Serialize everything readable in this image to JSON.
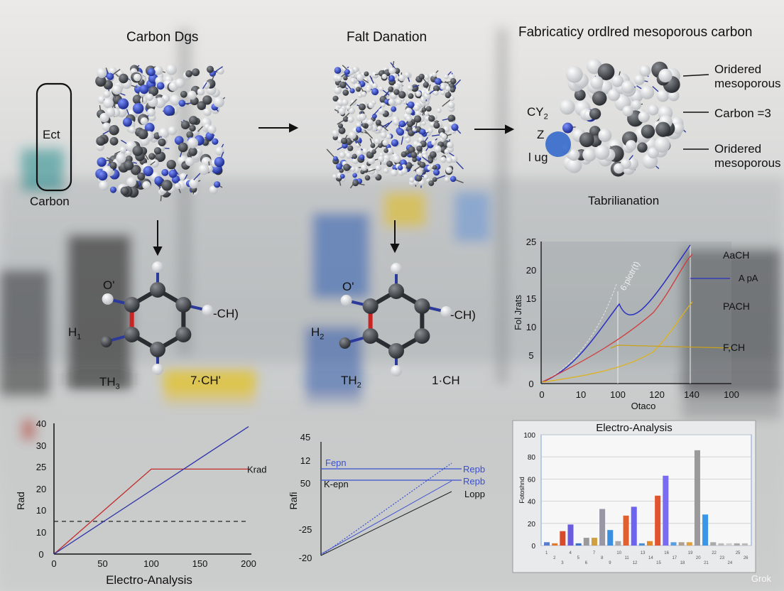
{
  "panel_titles": {
    "left": "Carbon Dgs",
    "middle": "Falt Danation",
    "right": "Fabricaticy ordlred mesoporous carbon"
  },
  "left_cylinder": {
    "top_label": "Ect",
    "bottom_label": "Carbon"
  },
  "left_molecule": {
    "o_label": "O'",
    "h_label": "H",
    "h_sub": "1",
    "right_label": "-CH)",
    "bottom_label": "TH",
    "bottom_sub": "3",
    "ch_label": "7·CH'"
  },
  "mid_molecule": {
    "o_label": "O'",
    "h_label": "H",
    "h_sub": "2",
    "right_label": "-CH)",
    "bottom_label": "TH",
    "bottom_sub": "2",
    "ch_label": "1·CH"
  },
  "right_structure": {
    "left_labels": [
      "CY",
      "Z",
      "l ug"
    ],
    "cy_sub": "2",
    "callouts": [
      "Oridered mesoporous",
      "Carbon =3",
      "Oridered mesoporous"
    ],
    "caption": "Tabrilianation"
  },
  "chart_data": [
    {
      "type": "line",
      "title": "",
      "xlabel": "Electro-Analysis",
      "ylabel": "Rad",
      "xlim": [
        0,
        200
      ],
      "ylim": [
        0,
        40
      ],
      "x_ticks": [
        "0",
        "50",
        "100",
        "150",
        "200"
      ],
      "y_ticks": [
        "0",
        "10",
        "10",
        "20",
        "25",
        "30",
        "40",
        "40"
      ],
      "reference_line_y": 10,
      "series": [
        {
          "name": "Krad",
          "color": "#c22b2b",
          "x": [
            0,
            100,
            200
          ],
          "y": [
            0,
            26,
            26
          ]
        },
        {
          "name": "",
          "color": "#2e33a8",
          "x": [
            0,
            200
          ],
          "y": [
            0,
            39
          ]
        }
      ]
    },
    {
      "type": "line",
      "title": "",
      "xlabel": "",
      "ylabel": "Rafi",
      "y_ticks": [
        "45",
        "12",
        "50",
        "-25",
        "-20"
      ],
      "series": [
        {
          "name": "Fepn",
          "color": "#3b4fd0"
        },
        {
          "name": "Repb",
          "color": "#3b4fd0"
        },
        {
          "name": "K-epn",
          "color": "#222222"
        },
        {
          "name": "Repb",
          "color": "#3b4fd0"
        },
        {
          "name": "Lopp",
          "color": "#222222"
        }
      ]
    },
    {
      "type": "line",
      "title": "",
      "xlabel": "Otaco",
      "ylabel": "Fol Jrats",
      "x_ticks": [
        "0",
        "10",
        "100",
        "120",
        "140",
        "100"
      ],
      "y_ticks": [
        "0",
        "5",
        "10",
        "15",
        "20",
        "25"
      ],
      "annotation": "6:plotr(t)",
      "series": [
        {
          "name": "AaCH",
          "color": "#d23a3a"
        },
        {
          "name": "A pA",
          "color": "#2a2fc0"
        },
        {
          "name": "PACH",
          "color": "#e0b21a"
        },
        {
          "name": "F,CH",
          "color": "#c9a21a"
        }
      ]
    },
    {
      "type": "bar",
      "title": "Electro-Analysis",
      "xlabel": "",
      "ylabel": "Fotoshnd",
      "ylim": [
        0,
        100
      ],
      "y_ticks": [
        "0",
        "20",
        "40",
        "60",
        "80",
        "100"
      ],
      "categories": [
        "1",
        "2",
        "3",
        "4",
        "5",
        "6",
        "7",
        "8",
        "9",
        "10",
        "11",
        "12",
        "13",
        "14",
        "15",
        "16",
        "17",
        "18",
        "19",
        "20",
        "21",
        "22",
        "23",
        "24",
        "25",
        "26"
      ],
      "values": [
        3,
        2,
        13,
        19,
        2,
        7,
        7,
        33,
        14,
        4,
        27,
        35,
        2,
        4,
        45,
        63,
        3,
        3,
        3,
        86,
        28,
        3,
        2,
        2,
        2,
        2
      ]
    }
  ],
  "watermark": "Grok"
}
